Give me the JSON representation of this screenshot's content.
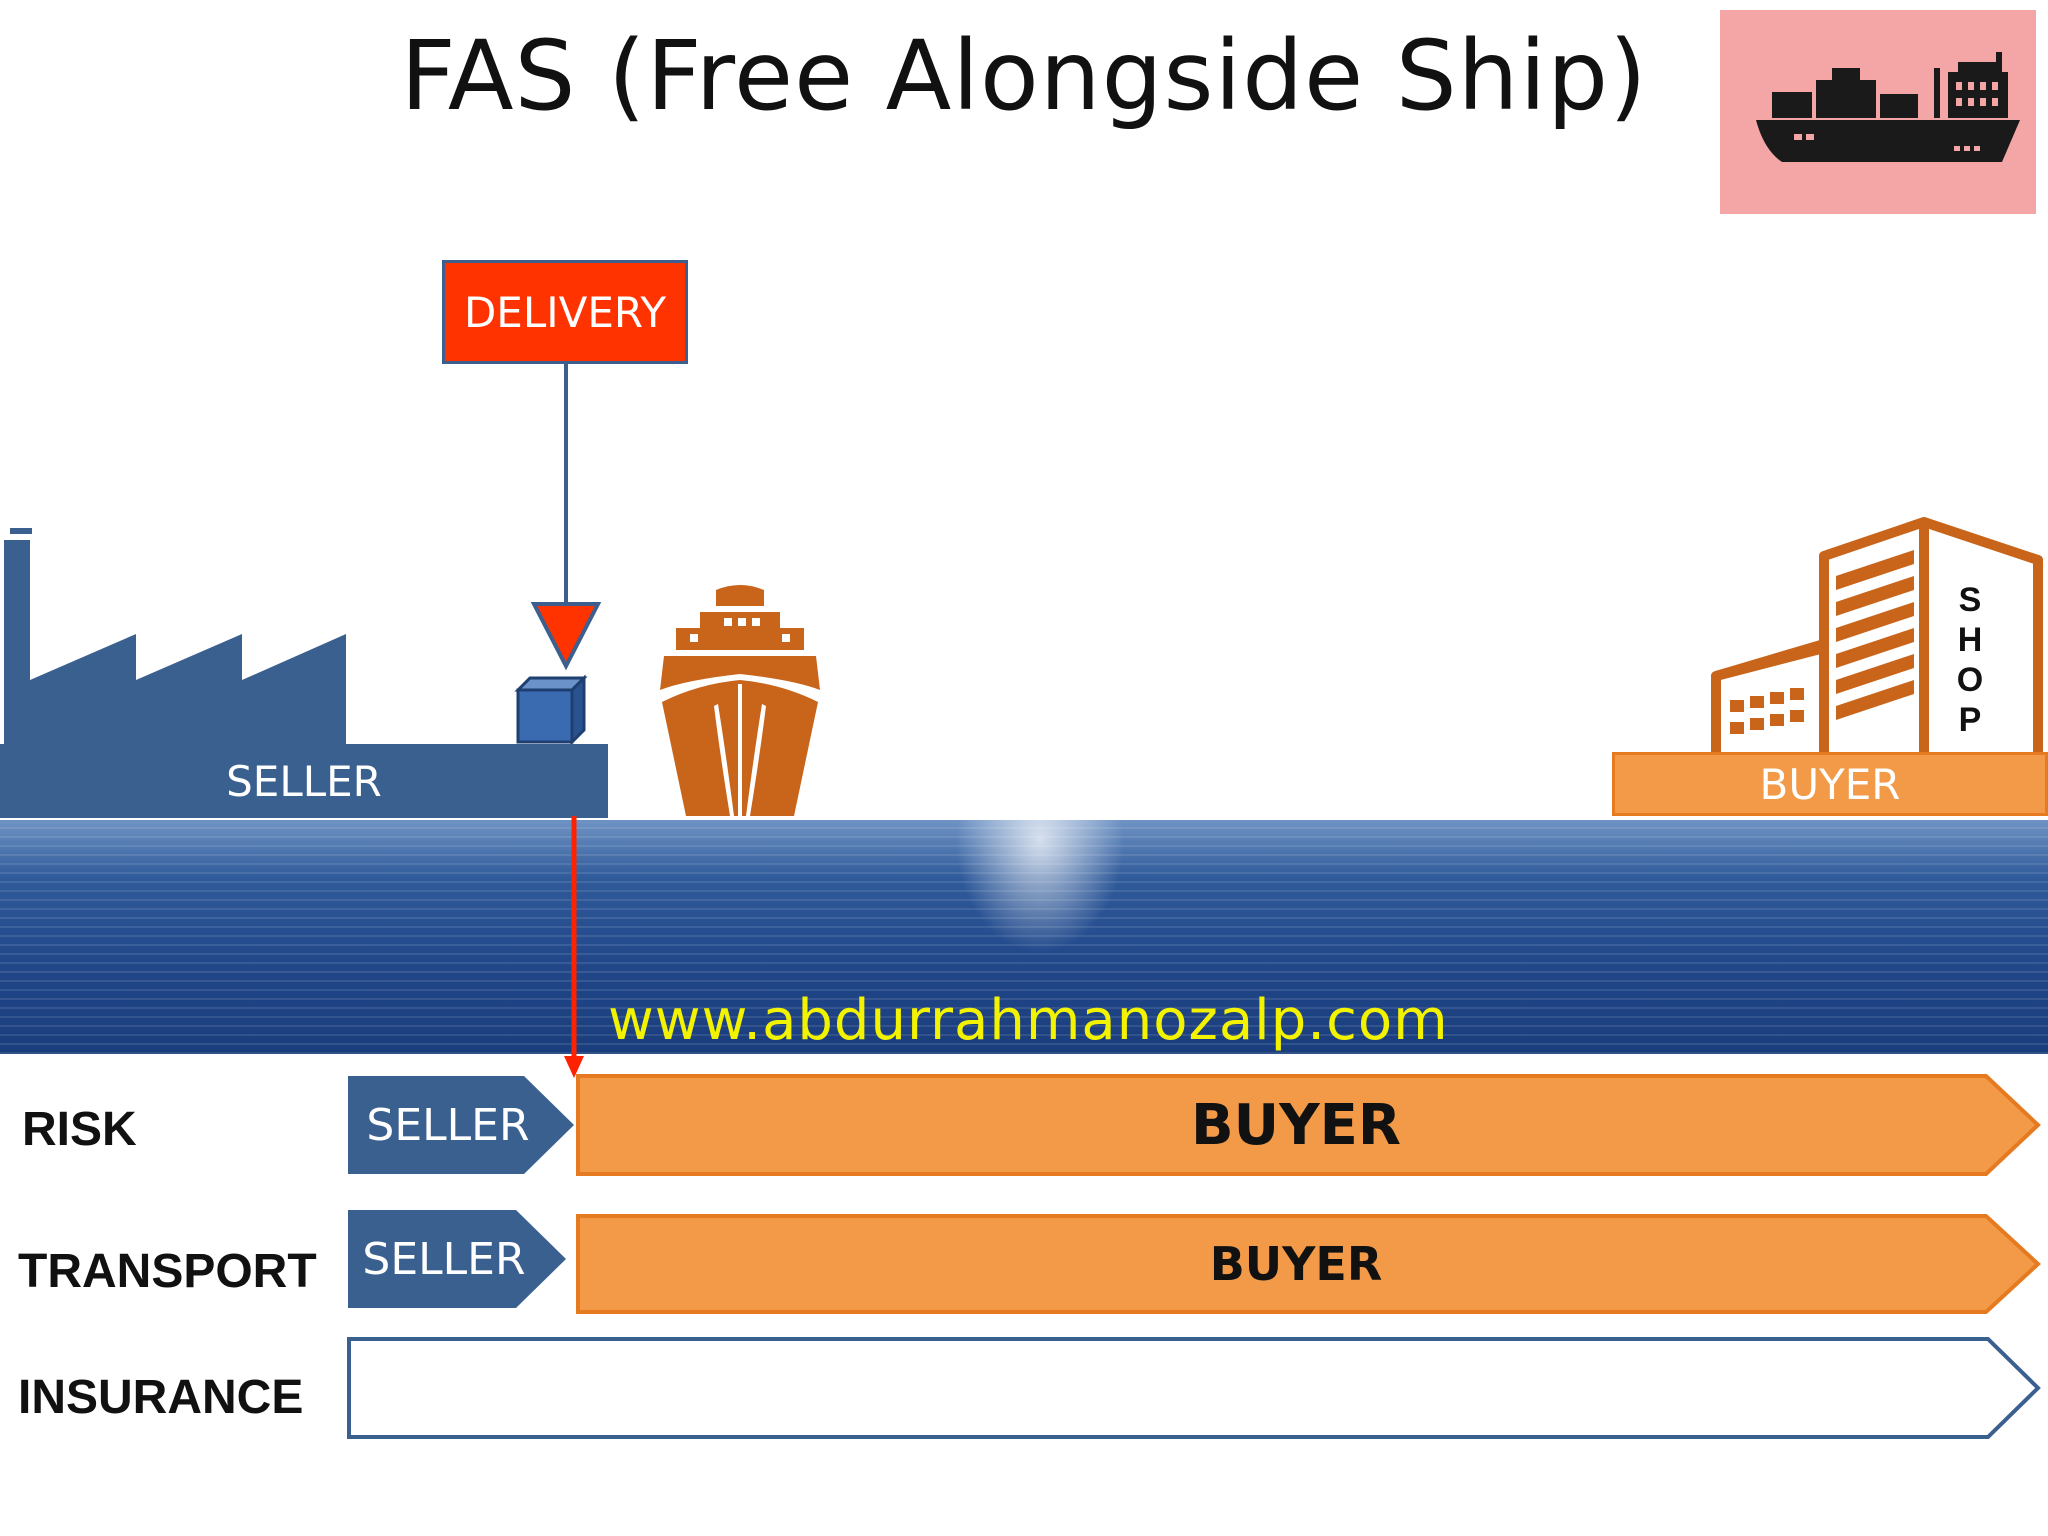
{
  "title": "FAS (Free Alongside Ship)",
  "delivery_label": "DELIVERY",
  "platforms": {
    "seller": "SELLER",
    "buyer": "BUYER"
  },
  "shop_sign": [
    "S",
    "H",
    "O",
    "P"
  ],
  "watermark": "www.abdurrahmanozalp.com",
  "rows": [
    {
      "label": "RISK",
      "seller": "SELLER",
      "buyer": "BUYER"
    },
    {
      "label": "TRANSPORT",
      "seller": "SELLER",
      "buyer": "BUYER"
    },
    {
      "label": "INSURANCE"
    }
  ],
  "colors": {
    "seller_blue": "#3a6090",
    "buyer_orange": "#f39a48",
    "delivery_red": "#ff3300",
    "ship_brown": "#c8651b",
    "badge_pink": "#f4a6a6"
  },
  "icons": [
    "factory-icon",
    "package-icon",
    "ship-icon",
    "shop-building-icon",
    "cargo-ship-icon"
  ]
}
